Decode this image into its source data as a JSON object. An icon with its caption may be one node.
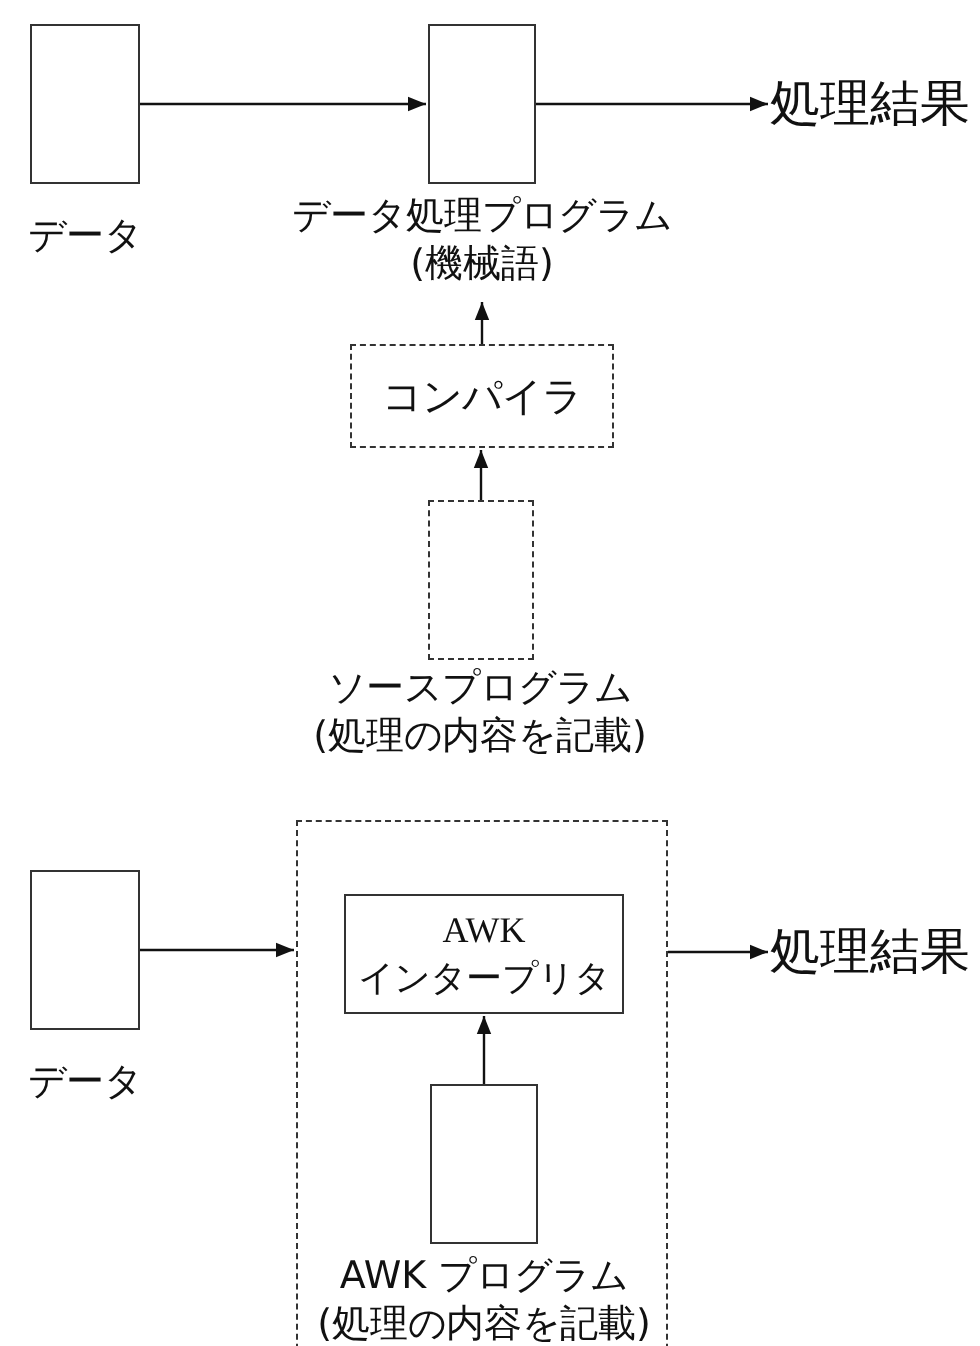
{
  "diagram": {
    "nodes": [
      {
        "text": [
          "データ"
        ]
      },
      {
        "text": [
          "データ処理プログラム (機械語)"
        ]
      },
      {
        "text": [
          "処理結果"
        ]
      },
      {
        "text": [
          "コンパイラ"
        ]
      },
      {
        "text": [
          "ソースプログラム (処理の内容を記載)"
        ]
      },
      {
        "text": [
          "データ"
        ]
      },
      {
        "text": [],
        "shape": "box"
      },
      {
        "text": [
          "AWK インタープリタ"
        ],
        "in": 6
      },
      {
        "text": [
          "AWK プログラム (処理の内容を記載)"
        ],
        "in": 6
      },
      {
        "text": [
          "処理結果"
        ]
      }
    ],
    "edges": [
      {
        "from": 0,
        "to": 1,
        "arrow": "to"
      },
      {
        "from": 1,
        "to": 2,
        "arrow": "to"
      },
      {
        "from": 3,
        "to": 1,
        "arrow": "to"
      },
      {
        "from": 4,
        "to": 3,
        "arrow": "to"
      },
      {
        "from": 5,
        "to": 6,
        "arrow": "to"
      },
      {
        "from": 6,
        "to": 9,
        "arrow": "to"
      },
      {
        "from": 8,
        "to": 7,
        "arrow": "to"
      }
    ]
  }
}
